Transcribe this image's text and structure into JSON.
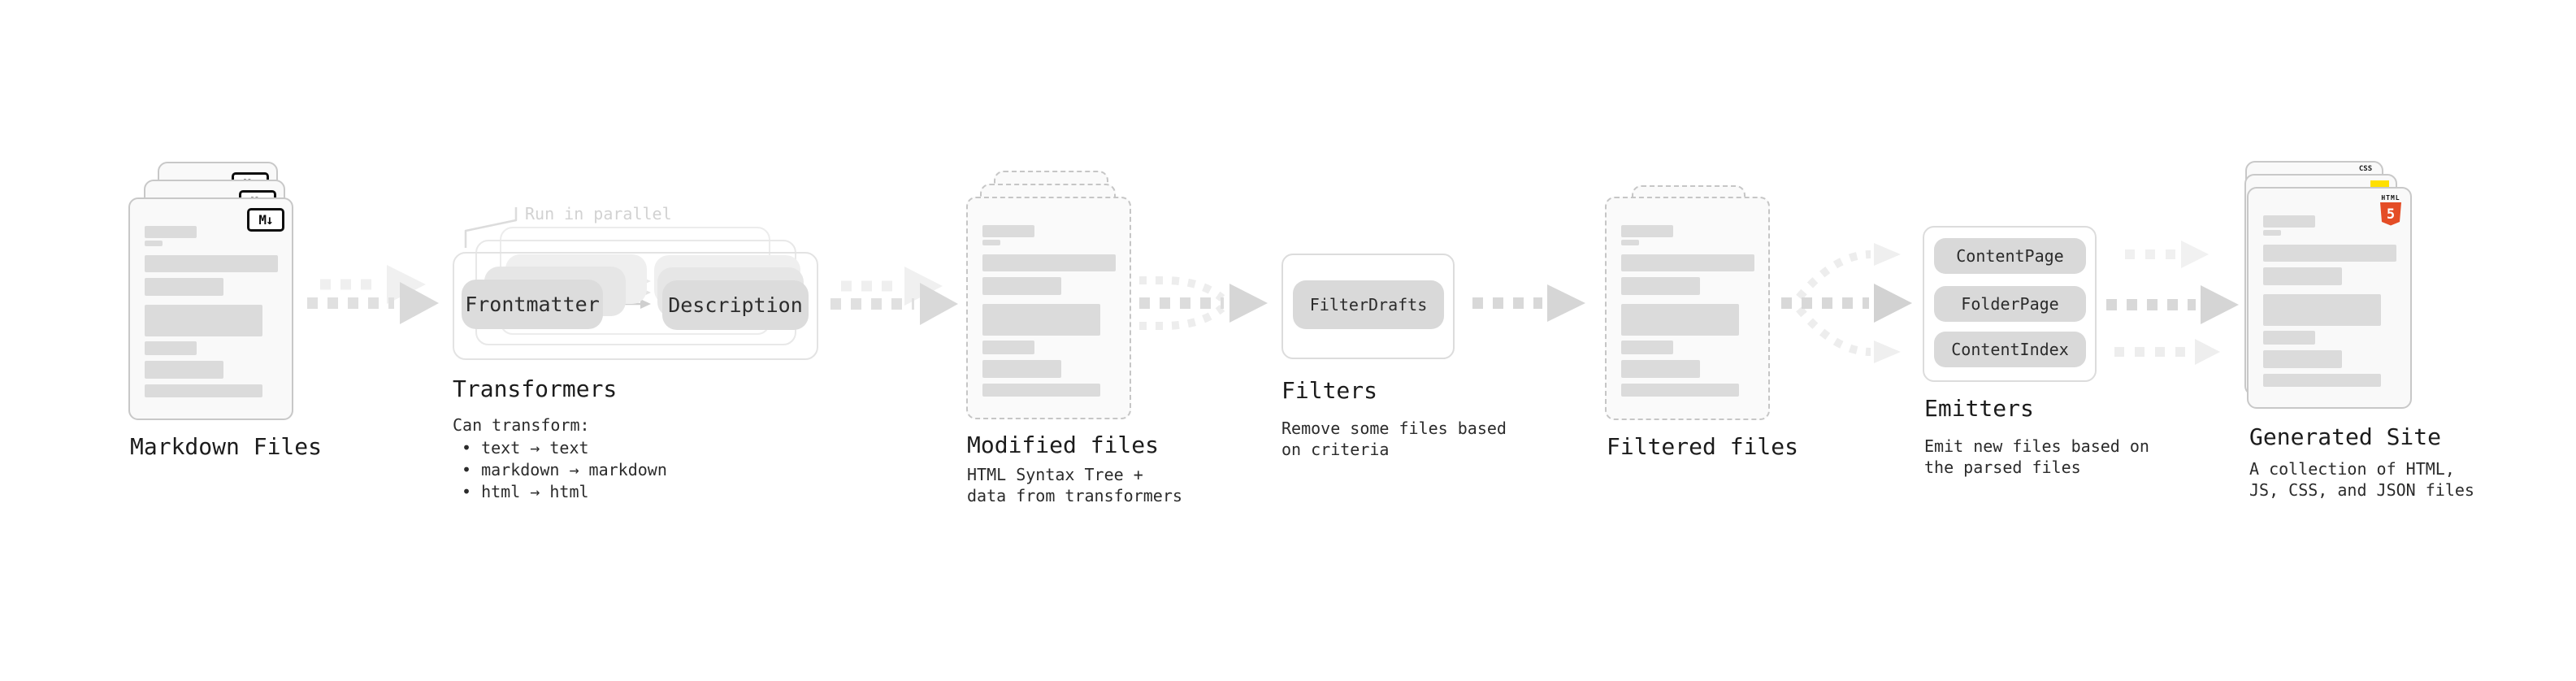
{
  "stages": {
    "markdown": {
      "title": "Markdown Files",
      "badge": "M↓"
    },
    "transformers": {
      "title": "Transformers",
      "note": "Run in parallel",
      "pill_input": "Frontmatter",
      "pill_output": "Description",
      "subtitle": "Can transform:",
      "bullets": [
        "• text → text",
        "• markdown → markdown",
        "• html → html"
      ]
    },
    "modified": {
      "title": "Modified files",
      "subtitle": "HTML Syntax Tree +\ndata from transformers"
    },
    "filters": {
      "title": "Filters",
      "pill": "FilterDrafts",
      "subtitle": "Remove some files based\non criteria"
    },
    "filtered": {
      "title": "Filtered files"
    },
    "emitters": {
      "title": "Emitters",
      "pills": [
        "ContentPage",
        "FolderPage",
        "ContentIndex"
      ],
      "subtitle": "Emit new files based on\nthe parsed files"
    },
    "generated": {
      "title": "Generated Site",
      "subtitle": "A collection of HTML,\nJS, CSS, and JSON files",
      "badges": {
        "html_label": "HTML",
        "html_number": "5",
        "css_label": "CSS"
      }
    }
  },
  "colors": {
    "html5_orange": "#e44d26",
    "js_yellow": "#ffe000",
    "css_blue": "#2965f1"
  }
}
